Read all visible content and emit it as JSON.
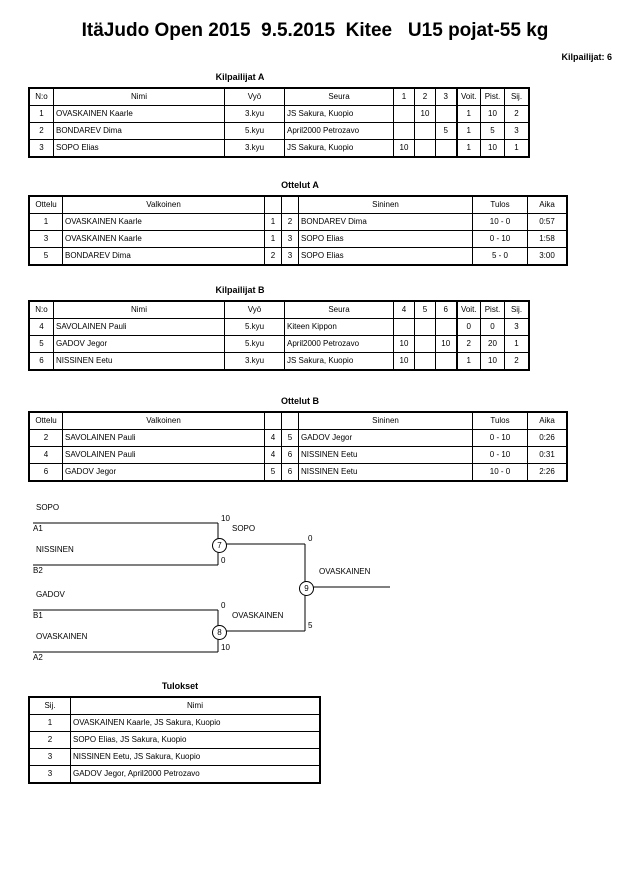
{
  "header": {
    "title": "ItäJudo Open 2015  9.5.2015  Kitee   U15 pojat-55 kg",
    "competitors_label": "Kilpailijat: 6"
  },
  "pool_a": {
    "caption": "Kilpailijat A",
    "columns": [
      "N:o",
      "Nimi",
      "Vyö",
      "Seura",
      "1",
      "2",
      "3",
      "Voit.",
      "Pist.",
      "Sij."
    ],
    "rows": [
      {
        "no": "1",
        "name": "OVASKAINEN Kaarle",
        "belt": "3.kyu",
        "club": "JS Sakura, Kuopio",
        "m1": "",
        "m2": "10",
        "m3": "",
        "wins": "1",
        "points": "10",
        "place": "2"
      },
      {
        "no": "2",
        "name": "BONDAREV Dima",
        "belt": "5.kyu",
        "club": "April2000 Petrozavo",
        "m1": "",
        "m2": "",
        "m3": "5",
        "wins": "1",
        "points": "5",
        "place": "3"
      },
      {
        "no": "3",
        "name": "SOPO Elias",
        "belt": "3.kyu",
        "club": "JS Sakura, Kuopio",
        "m1": "10",
        "m2": "",
        "m3": "",
        "wins": "1",
        "points": "10",
        "place": "1"
      }
    ]
  },
  "matches_a": {
    "caption": "Ottelut A",
    "columns": [
      "Ottelu",
      "Valkoinen",
      "",
      "",
      "Sininen",
      "Tulos",
      "Aika"
    ],
    "rows": [
      {
        "no": "1",
        "white": "OVASKAINEN Kaarle",
        "white_no": "1",
        "blue_no": "2",
        "blue": "BONDAREV Dima",
        "result": "10 - 0",
        "time": "0:57"
      },
      {
        "no": "3",
        "white": "OVASKAINEN Kaarle",
        "white_no": "1",
        "blue_no": "3",
        "blue": "SOPO Elias",
        "result": "0 - 10",
        "time": "1:58"
      },
      {
        "no": "5",
        "white": "BONDAREV Dima",
        "white_no": "2",
        "blue_no": "3",
        "blue": "SOPO Elias",
        "result": "5 - 0",
        "time": "3:00"
      }
    ]
  },
  "pool_b": {
    "caption": "Kilpailijat B",
    "columns": [
      "N:o",
      "Nimi",
      "Vyö",
      "Seura",
      "4",
      "5",
      "6",
      "Voit.",
      "Pist.",
      "Sij."
    ],
    "rows": [
      {
        "no": "4",
        "name": "SAVOLAINEN Pauli",
        "belt": "5.kyu",
        "club": "Kiteen Kippon",
        "m1": "",
        "m2": "",
        "m3": "",
        "wins": "0",
        "points": "0",
        "place": "3"
      },
      {
        "no": "5",
        "name": "GADOV Jegor",
        "belt": "5.kyu",
        "club": "April2000 Petrozavo",
        "m1": "10",
        "m2": "",
        "m3": "10",
        "wins": "2",
        "points": "20",
        "place": "1"
      },
      {
        "no": "6",
        "name": "NISSINEN Eetu",
        "belt": "3.kyu",
        "club": "JS Sakura, Kuopio",
        "m1": "10",
        "m2": "",
        "m3": "",
        "wins": "1",
        "points": "10",
        "place": "2"
      }
    ]
  },
  "matches_b": {
    "caption": "Ottelut B",
    "columns": [
      "Ottelu",
      "Valkoinen",
      "",
      "",
      "Sininen",
      "Tulos",
      "Aika"
    ],
    "rows": [
      {
        "no": "2",
        "white": "SAVOLAINEN Pauli",
        "white_no": "4",
        "blue_no": "5",
        "blue": "GADOV Jegor",
        "result": "0 - 10",
        "time": "0:26"
      },
      {
        "no": "4",
        "white": "SAVOLAINEN Pauli",
        "white_no": "4",
        "blue_no": "6",
        "blue": "NISSINEN Eetu",
        "result": "0 - 10",
        "time": "0:31"
      },
      {
        "no": "6",
        "white": "GADOV Jegor",
        "white_no": "5",
        "blue_no": "6",
        "blue": "NISSINEN Eetu",
        "result": "10 - 0",
        "time": "2:26"
      }
    ]
  },
  "bracket": {
    "semifinal_1": {
      "node": "7",
      "top_name": "SOPO",
      "top_seed": "A1",
      "top_score": "10",
      "bottom_name": "NISSINEN",
      "bottom_seed": "B2",
      "bottom_score": "0",
      "winner": "SOPO"
    },
    "semifinal_2": {
      "node": "8",
      "top_name": "GADOV",
      "top_seed": "B1",
      "top_score": "0",
      "bottom_name": "OVASKAINEN",
      "bottom_seed": "A2",
      "bottom_score": "10",
      "winner": "OVASKAINEN"
    },
    "final": {
      "node": "9",
      "top_score": "0",
      "bottom_score": "5",
      "winner": "OVASKAINEN"
    }
  },
  "results": {
    "caption": "Tulokset",
    "columns": [
      "Sij.",
      "Nimi"
    ],
    "rows": [
      {
        "place": "1",
        "name": "OVASKAINEN Kaarle, JS Sakura, Kuopio"
      },
      {
        "place": "2",
        "name": "SOPO Elias, JS Sakura, Kuopio"
      },
      {
        "place": "3",
        "name": "NISSINEN Eetu, JS Sakura, Kuopio"
      },
      {
        "place": "3",
        "name": "GADOV Jegor, April2000 Petrozavo"
      }
    ]
  }
}
